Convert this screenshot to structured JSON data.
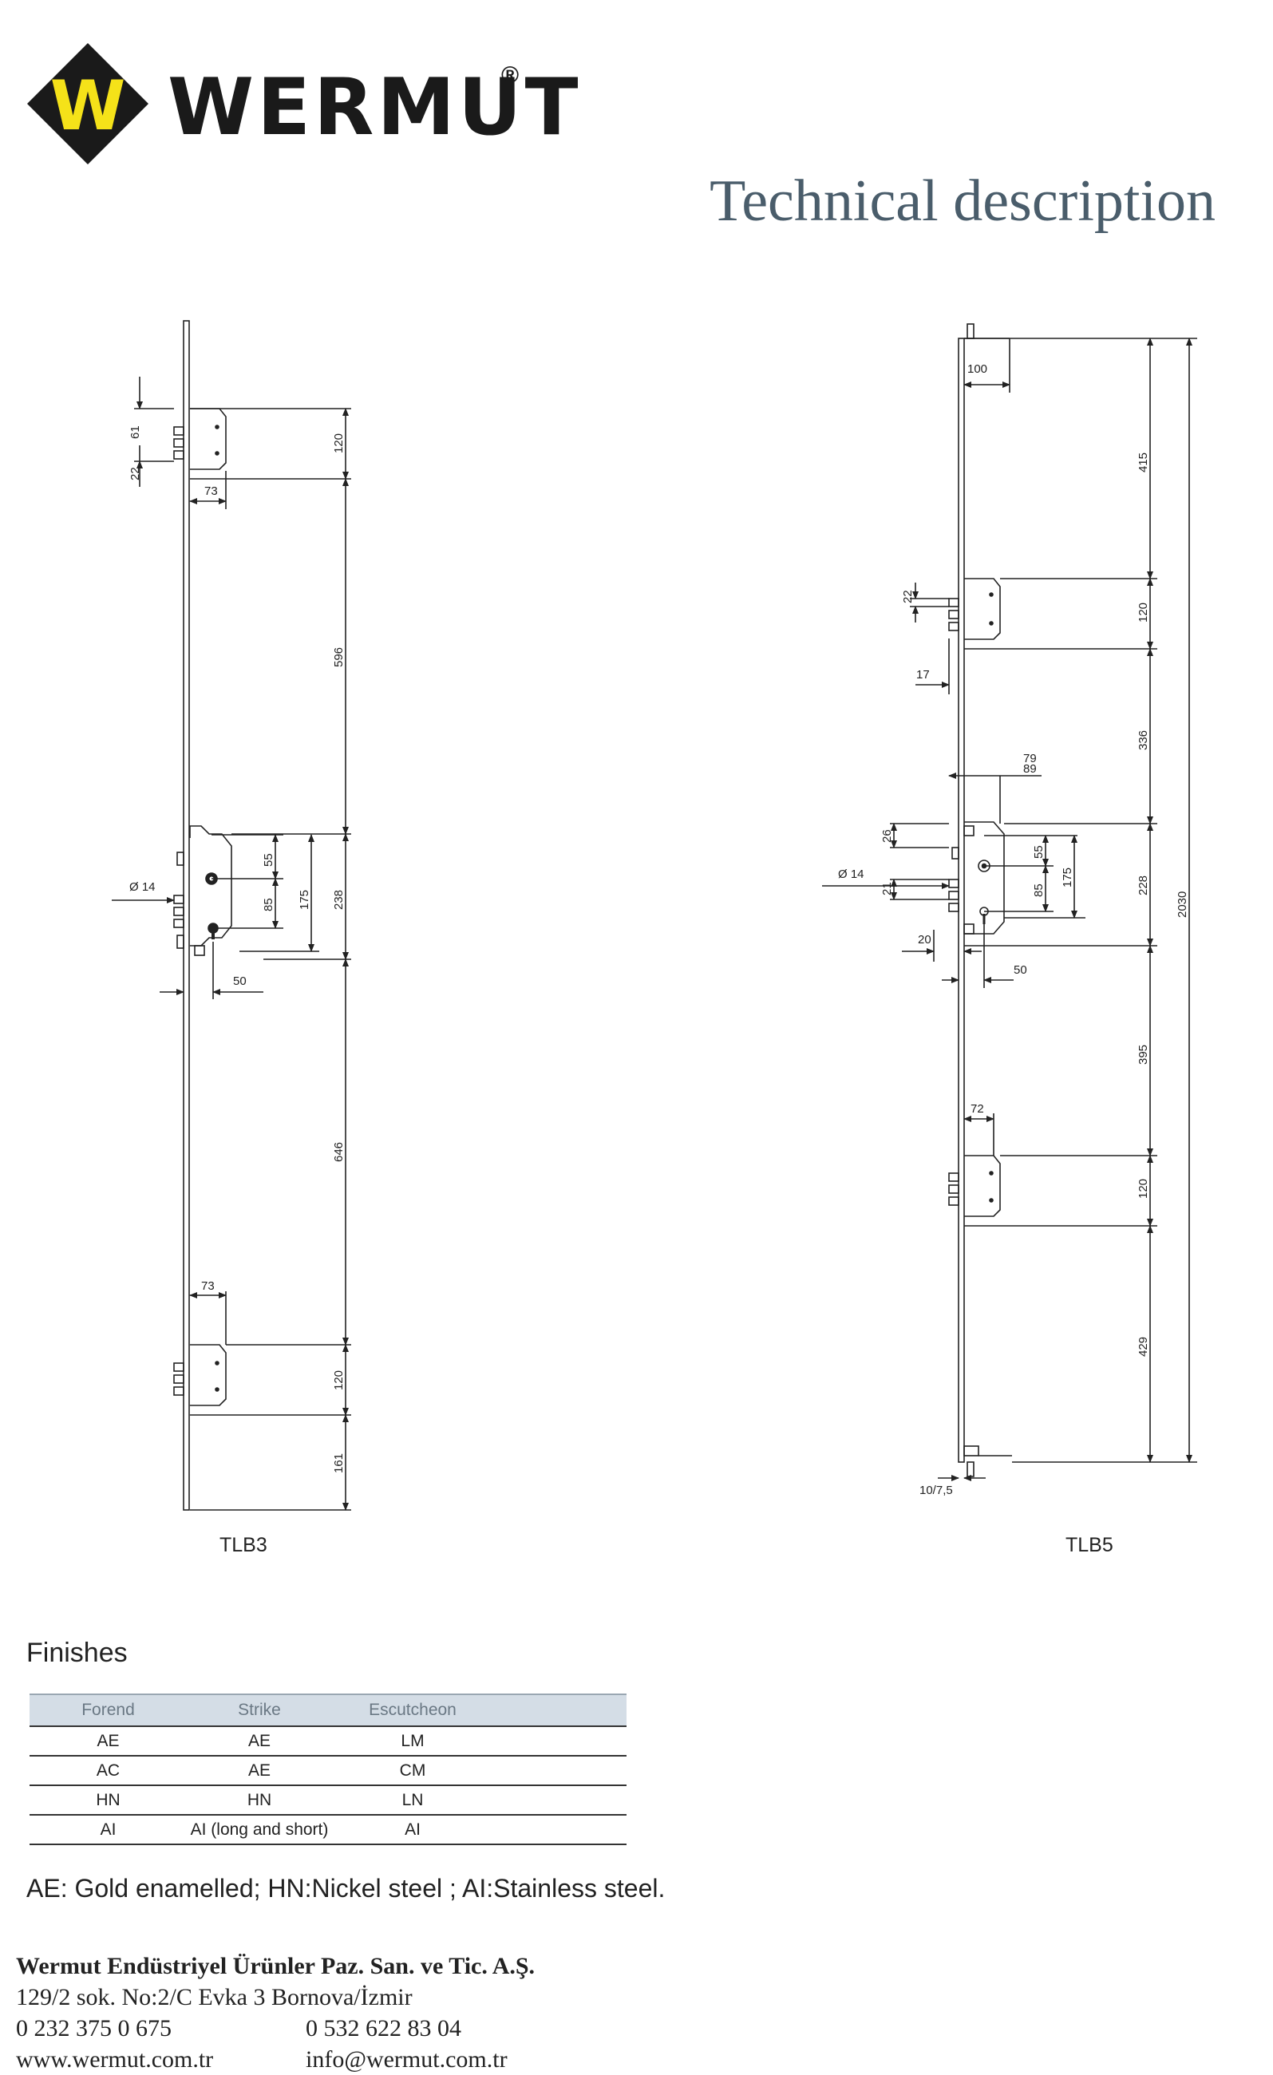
{
  "brand": {
    "name": "WERMUT",
    "registered": "®",
    "logo_letter": "W",
    "colors": {
      "diamond": "#1a1a1a",
      "letter": "#f5e219"
    }
  },
  "title": "Technical description",
  "models": {
    "left": "TLB3",
    "right": "TLB5"
  },
  "tlb3_dims": {
    "d61": "61",
    "d22": "22",
    "d73_top": "73",
    "d120_top": "120",
    "d596": "596",
    "d55": "55",
    "d85": "85",
    "d175": "175",
    "d238": "238",
    "dia": "Ø 14",
    "d50": "50",
    "d646": "646",
    "d73_bot": "73",
    "d120_bot": "120",
    "d161": "161"
  },
  "tlb5_dims": {
    "d100": "100",
    "d415": "415",
    "d22": "22",
    "d120_top": "120",
    "d17": "17",
    "d336": "336",
    "d79": "79",
    "d89": "89",
    "d26": "26",
    "dia": "Ø 14",
    "d21": "21",
    "d55": "55",
    "d85": "85",
    "d175": "175",
    "d228": "228",
    "d2030": "2030",
    "d20": "20",
    "d50": "50",
    "d395": "395",
    "d72": "72",
    "d120_bot": "120",
    "d429": "429",
    "d10": "10/7,5"
  },
  "finishes": {
    "title": "Finishes",
    "headers": [
      "Forend",
      "Strike",
      "Escutcheon"
    ],
    "rows": [
      [
        "AE",
        "AE",
        "LM"
      ],
      [
        "AC",
        "AE",
        "CM"
      ],
      [
        "HN",
        "HN",
        "LN"
      ],
      [
        "AI",
        "AI (long and short)",
        "AI"
      ]
    ],
    "legend": "AE: Gold enamelled; HN:Nickel steel ; AI:Stainless steel."
  },
  "company": {
    "name": "Wermut Endüstriyel Ürünler Paz. San. ve Tic. A.Ş.",
    "address": "129/2 sok. No:2/C Evka 3 Bornova/İzmir",
    "phone1": "0 232 375 0 675",
    "phone2": "0 532 622 83 04",
    "web": "www.wermut.com.tr",
    "email": "info@wermut.com.tr"
  }
}
